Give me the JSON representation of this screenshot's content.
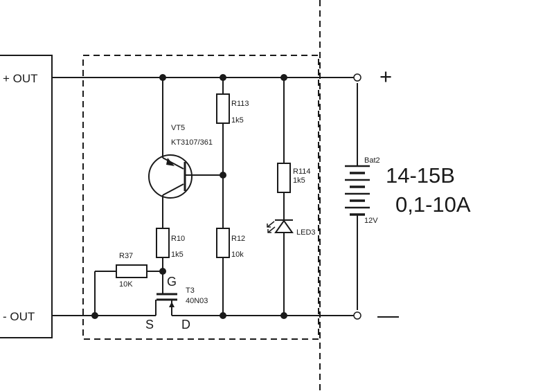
{
  "source_block": {
    "plus_out": "+ OUT",
    "minus_out": "- OUT"
  },
  "components": {
    "vt5": {
      "ref": "VT5",
      "part": "KT3107/361"
    },
    "r113": {
      "ref": "R113",
      "value": "1k5"
    },
    "r114": {
      "ref": "R114",
      "value": "1k5"
    },
    "r10": {
      "ref": "R10",
      "value": "1k5"
    },
    "r12": {
      "ref": "R12",
      "value": "10k"
    },
    "r37": {
      "ref": "R37",
      "value": "10K"
    },
    "t3": {
      "ref": "T3",
      "part": "40N03",
      "gate": "G",
      "source": "S",
      "drain": "D"
    },
    "led3": {
      "ref": "LED3"
    },
    "bat2": {
      "ref": "Bat2",
      "voltage": "12V"
    }
  },
  "terminals": {
    "plus": "+",
    "minus": "—"
  },
  "specs": {
    "voltage": "14-15В",
    "current": "0,1-10А"
  },
  "colors": {
    "ink": "#1a1a1a",
    "background": "#ffffff"
  }
}
